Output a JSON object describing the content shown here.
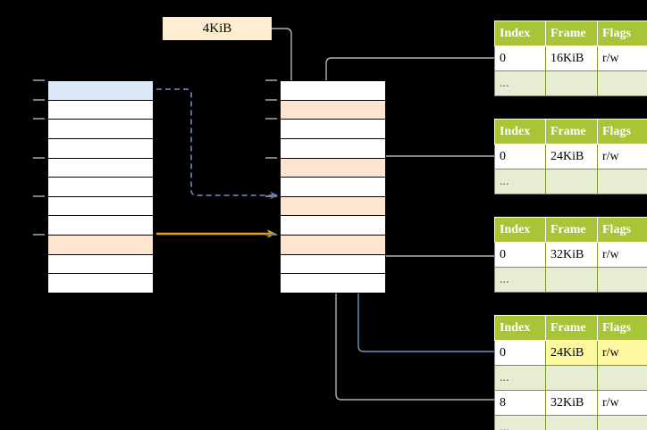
{
  "diagram": {
    "title_label": {
      "text": "4KiB"
    },
    "virtual_column": {
      "name": "virtual-address-space",
      "row_count": 11,
      "rows": [
        {
          "fill": "blue",
          "tick": true
        },
        {
          "fill": "white",
          "tick": true
        },
        {
          "fill": "white",
          "tick": true
        },
        {
          "fill": "white",
          "tick": false
        },
        {
          "fill": "white",
          "tick": true
        },
        {
          "fill": "white",
          "tick": false
        },
        {
          "fill": "white",
          "tick": true
        },
        {
          "fill": "white",
          "tick": false
        },
        {
          "fill": "peach",
          "tick": true
        },
        {
          "fill": "white",
          "tick": false
        },
        {
          "fill": "white",
          "tick": false
        }
      ]
    },
    "physical_column": {
      "name": "physical-memory",
      "row_count": 11,
      "rows": [
        {
          "fill": "white",
          "tick": true
        },
        {
          "fill": "peach",
          "tick": true
        },
        {
          "fill": "white",
          "tick": true
        },
        {
          "fill": "white",
          "tick": false
        },
        {
          "fill": "peach",
          "tick": true
        },
        {
          "fill": "white",
          "tick": false
        },
        {
          "fill": "peach",
          "tick": true
        },
        {
          "fill": "white",
          "tick": false
        },
        {
          "fill": "peach",
          "tick": true
        },
        {
          "fill": "white",
          "tick": false
        },
        {
          "fill": "white",
          "tick": false
        }
      ]
    },
    "tables": [
      {
        "name": "page-table-level-1",
        "headers": [
          "Index",
          "Frame",
          "Flags"
        ],
        "rows": [
          {
            "cells": [
              "0",
              "16KiB",
              "r/w"
            ],
            "style": "normal",
            "highlight": []
          },
          {
            "cells": [
              "...",
              "",
              ""
            ],
            "style": "ellipsis",
            "highlight": []
          }
        ]
      },
      {
        "name": "page-table-level-2",
        "headers": [
          "Index",
          "Frame",
          "Flags"
        ],
        "rows": [
          {
            "cells": [
              "0",
              "24KiB",
              "r/w"
            ],
            "style": "normal",
            "highlight": []
          },
          {
            "cells": [
              "...",
              "",
              ""
            ],
            "style": "ellipsis",
            "highlight": []
          }
        ]
      },
      {
        "name": "page-table-level-3",
        "headers": [
          "Index",
          "Frame",
          "Flags"
        ],
        "rows": [
          {
            "cells": [
              "0",
              "32KiB",
              "r/w"
            ],
            "style": "normal",
            "highlight": []
          },
          {
            "cells": [
              "...",
              "",
              ""
            ],
            "style": "ellipsis",
            "highlight": []
          }
        ]
      },
      {
        "name": "page-table-level-4",
        "headers": [
          "Index",
          "Frame",
          "Flags"
        ],
        "rows": [
          {
            "cells": [
              "0",
              "24KiB",
              "r/w"
            ],
            "style": "normal",
            "highlight": [
              1,
              2
            ]
          },
          {
            "cells": [
              "...",
              "",
              ""
            ],
            "style": "ellipsis",
            "highlight": []
          },
          {
            "cells": [
              "8",
              "32KiB",
              "r/w"
            ],
            "style": "normal",
            "highlight": []
          },
          {
            "cells": [
              "...",
              "",
              ""
            ],
            "style": "ellipsis",
            "highlight": []
          }
        ]
      }
    ],
    "colors": {
      "background": "#000000",
      "table_header": "#a8c437",
      "table_alt_row": "#e7edd2",
      "highlight_yellow": "#fdf7a0",
      "virtual_page_blue": "#dce9f9",
      "mapped_frame_peach": "#fde6d0",
      "label_background": "#fdeed2",
      "wire_gray": "#b3b3b3",
      "wire_blue": "#6f96c6",
      "wire_orange": "#e8a200"
    }
  }
}
